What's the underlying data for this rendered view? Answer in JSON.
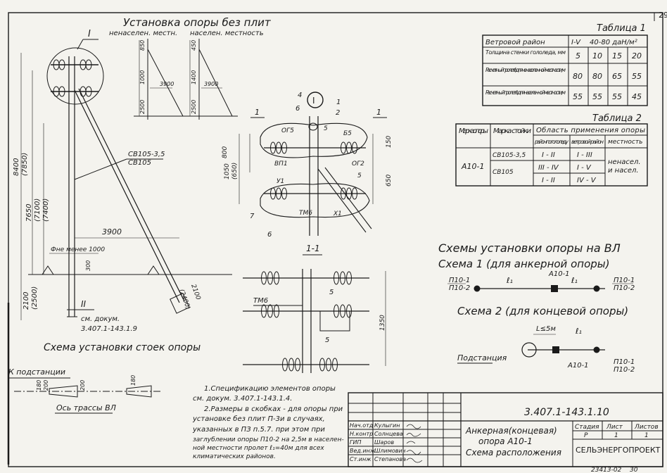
{
  "sheet": {
    "corner_number": "29",
    "stamp_number": "23413-02",
    "stamp_page": "30"
  },
  "header": {
    "title": "Установка опоры без плит",
    "sub_left": "ненаселен. местн.",
    "sub_right": "населен. местность"
  },
  "small_dims": {
    "left": [
      "850",
      "1000",
      "2500",
      "3900"
    ],
    "right": [
      "450",
      "1400",
      "2500",
      "3900"
    ]
  },
  "main_view": {
    "callout": "I",
    "ref_label": "см. докум.",
    "ref_doc": "3.407.1-143.1.9",
    "callout2": "II",
    "pole_labels": [
      "СВ105-3,5",
      "СВ105"
    ],
    "dims_vertical": [
      "8400",
      "(7850)",
      "7650",
      "(7100)",
      "(7400)",
      "2100",
      "(2500)"
    ],
    "dim_3900": "3900",
    "dim_min": "Фне менее 1000",
    "dim_300": "300",
    "dim_2400": "(2400)",
    "dim_2100": "2100",
    "caption": "Схема установки стоек опоры"
  },
  "node_view": {
    "callout": "I",
    "section_marks": [
      "1",
      "1"
    ],
    "labels": [
      "4",
      "6",
      "1",
      "2",
      "ОГ5",
      "5",
      "Б5",
      "ВП1",
      "ОГ2",
      "5",
      "У1",
      "ТМ6",
      "Х1",
      "7",
      "6"
    ],
    "dims": [
      "800",
      "1050",
      "(650)",
      "150",
      "650"
    ]
  },
  "section_view": {
    "title": "1-1",
    "labels": [
      "ТМ6",
      "5",
      "5"
    ],
    "dim": "1350"
  },
  "table1": {
    "title": "Таблица 1",
    "header_label": "Ветровой район",
    "header_roman": "I-V",
    "header_units": "40-80 даН/м²",
    "rows": [
      {
        "label": "Толщина стенки гололеда, мм",
        "values": [
          "5",
          "10",
          "15",
          "20"
        ]
      },
      {
        "label": "Расчетный пролет ℓ₁ для ненаселен-ной местности, м",
        "values": [
          "80",
          "80",
          "65",
          "55"
        ]
      },
      {
        "label": "Расчетный пролет ℓ₁ для населенной местности, м",
        "values": [
          "55",
          "55",
          "55",
          "45"
        ]
      }
    ]
  },
  "table2": {
    "title": "Таблица 2",
    "col1": "Марка опоры",
    "col2": "Марка стойки",
    "col3": "Область применения опоры",
    "sub1": "район по гололеду",
    "sub2": "ветровой район",
    "sub3": "местность",
    "opora": "А10-1",
    "rows": [
      {
        "stoika": "СВ105-3,5",
        "ice": "I - II",
        "wind": "I - III"
      },
      {
        "stoika": "СВ105",
        "ice": "III - IV",
        "wind": "I - V"
      },
      {
        "stoika": "",
        "ice": "I - II",
        "wind": "IV - V"
      }
    ],
    "locality": [
      "ненасел.",
      "и насел."
    ]
  },
  "schemes": {
    "title": "Схемы установки опоры на ВЛ",
    "scheme1": "Схема 1 (для анкерной опоры)",
    "scheme2": "Схема 2 (для концевой опоры)",
    "s1_labels": [
      "П10-1",
      "П10-2",
      "ℓ₁",
      "А10-1",
      "ℓ₁",
      "П10-1",
      "П10-2"
    ],
    "s2_labels": [
      "L≤5м",
      "ℓ₁",
      "Подстанция",
      "А10-1",
      "П10-1",
      "П10-2"
    ]
  },
  "bottom_left": {
    "k_podstancii": "К подстанции",
    "axis": "Ось трассы ВЛ",
    "dims": [
      "180",
      "200",
      "200",
      "180"
    ]
  },
  "notes": [
    "1.Спецификацию элементов опоры",
    "см. докум. 3.407.1-143.1.4.",
    "2.Размеры в скобках - для опоры при",
    "установке без плит П-3и в случаях,",
    "указанных в ПЗ п.5.7. при этом при",
    "заглублении опоры П10-2 на 2,5м в населен-",
    "ной местности пролет ℓ₁=40м для всех",
    "климатических районов."
  ],
  "title_block": {
    "doc_code": "3.407.1-143.1.10",
    "name_lines": [
      "Анкерная(концевая)",
      "опора А10-1",
      "Схема расположения"
    ],
    "stage_h": "Стадия",
    "sheet_h": "Лист",
    "sheets_h": "Листов",
    "stage": "Р",
    "sheet": "1",
    "sheets": "1",
    "org": "СЕЛЬЭНЕРГОПРОЕКТ",
    "roles": [
      {
        "role": "Нач.отд",
        "name": "Кулыгин"
      },
      {
        "role": "Н.контр",
        "name": "Солнцева"
      },
      {
        "role": "ГИП",
        "name": "Шаров"
      },
      {
        "role": "Вед.инж",
        "name": "Шлимович"
      },
      {
        "role": "Ст.инж",
        "name": "Степанова"
      }
    ]
  }
}
